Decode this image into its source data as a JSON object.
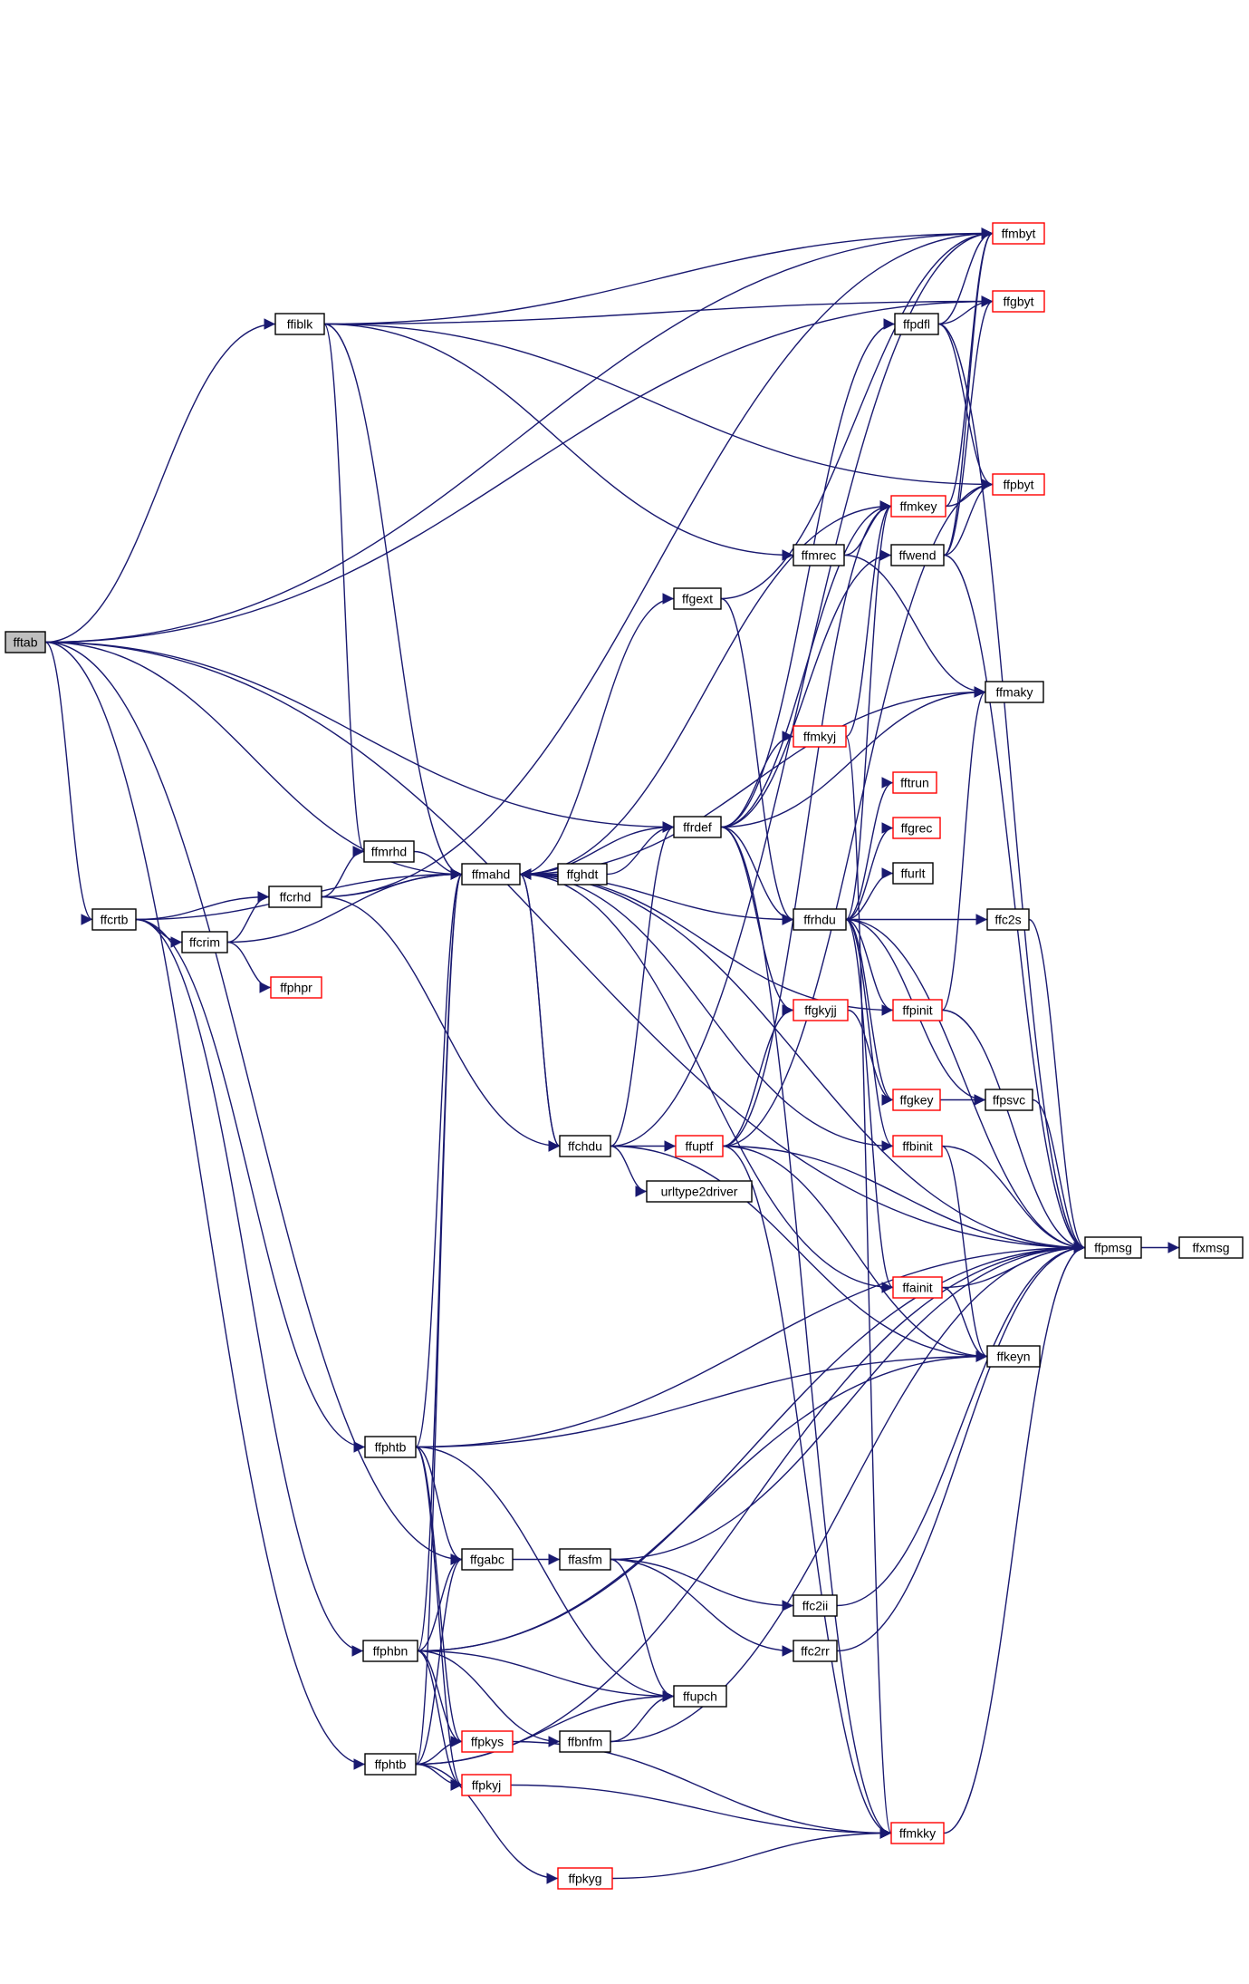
{
  "colors": {
    "edge": "#191970",
    "node_border_documented": "#000000",
    "node_border_undocumented": "#ff0000",
    "node_fill": "#ffffff",
    "node_fill_root": "#bfbfbf"
  },
  "nodes": [
    {
      "id": "fftab",
      "label": "fftab",
      "style": "root"
    },
    {
      "id": "ffiblk",
      "label": "ffiblk",
      "style": "black"
    },
    {
      "id": "ffmbyt",
      "label": "ffmbyt",
      "style": "red"
    },
    {
      "id": "ffgbyt",
      "label": "ffgbyt",
      "style": "red"
    },
    {
      "id": "ffpdfl",
      "label": "ffpdfl",
      "style": "black"
    },
    {
      "id": "ffpbyt",
      "label": "ffpbyt",
      "style": "red"
    },
    {
      "id": "ffmkey",
      "label": "ffmkey",
      "style": "red"
    },
    {
      "id": "ffmrec",
      "label": "ffmrec",
      "style": "black"
    },
    {
      "id": "ffwend",
      "label": "ffwend",
      "style": "black"
    },
    {
      "id": "ffgext",
      "label": "ffgext",
      "style": "black"
    },
    {
      "id": "ffmaky",
      "label": "ffmaky",
      "style": "black"
    },
    {
      "id": "ffmkyj",
      "label": "ffmkyj",
      "style": "red"
    },
    {
      "id": "fftrun",
      "label": "fftrun",
      "style": "red"
    },
    {
      "id": "ffgrec",
      "label": "ffgrec",
      "style": "red"
    },
    {
      "id": "ffrdef",
      "label": "ffrdef",
      "style": "black"
    },
    {
      "id": "ffmrhd",
      "label": "ffmrhd",
      "style": "black"
    },
    {
      "id": "ffurlt",
      "label": "ffurlt",
      "style": "black"
    },
    {
      "id": "ffcrhd",
      "label": "ffcrhd",
      "style": "black"
    },
    {
      "id": "ffmahd",
      "label": "ffmahd",
      "style": "black"
    },
    {
      "id": "ffghdt",
      "label": "ffghdt",
      "style": "black"
    },
    {
      "id": "ffcrtb",
      "label": "ffcrtb",
      "style": "black"
    },
    {
      "id": "ffcrim",
      "label": "ffcrim",
      "style": "black"
    },
    {
      "id": "ffrhdu",
      "label": "ffrhdu",
      "style": "black"
    },
    {
      "id": "ffc2s",
      "label": "ffc2s",
      "style": "black"
    },
    {
      "id": "ffphpr",
      "label": "ffphpr",
      "style": "red"
    },
    {
      "id": "ffpinit",
      "label": "ffpinit",
      "style": "red"
    },
    {
      "id": "ffgkyjj",
      "label": "ffgkyjj",
      "style": "red"
    },
    {
      "id": "ffgkey",
      "label": "ffgkey",
      "style": "red"
    },
    {
      "id": "ffpsvc",
      "label": "ffpsvc",
      "style": "black"
    },
    {
      "id": "ffchdu",
      "label": "ffchdu",
      "style": "black"
    },
    {
      "id": "ffuptf",
      "label": "ffuptf",
      "style": "red"
    },
    {
      "id": "ffbinit",
      "label": "ffbinit",
      "style": "red"
    },
    {
      "id": "urltype2driver",
      "label": "urltype2driver",
      "style": "black"
    },
    {
      "id": "ffpmsg",
      "label": "ffpmsg",
      "style": "black"
    },
    {
      "id": "ffxmsg",
      "label": "ffxmsg",
      "style": "black"
    },
    {
      "id": "ffainit",
      "label": "ffainit",
      "style": "red"
    },
    {
      "id": "ffkeyn",
      "label": "ffkeyn",
      "style": "black"
    },
    {
      "id": "ffphtb",
      "label": "ffphtb",
      "style": "black"
    },
    {
      "id": "ffgabc",
      "label": "ffgabc",
      "style": "black"
    },
    {
      "id": "ffasfm",
      "label": "ffasfm",
      "style": "black"
    },
    {
      "id": "ffc2ii",
      "label": "ffc2ii",
      "style": "black"
    },
    {
      "id": "ffphbn",
      "label": "ffphbn",
      "style": "black"
    },
    {
      "id": "ffc2rr",
      "label": "ffc2rr",
      "style": "black"
    },
    {
      "id": "ffupch",
      "label": "ffupch",
      "style": "black"
    },
    {
      "id": "ffpkys",
      "label": "ffpkys",
      "style": "red"
    },
    {
      "id": "ffbnfm",
      "label": "ffbnfm",
      "style": "black"
    },
    {
      "id": "ffphtb2",
      "label": "ffphtb",
      "style": "black"
    },
    {
      "id": "ffpkyj",
      "label": "ffpkyj",
      "style": "red"
    },
    {
      "id": "ffmkky",
      "label": "ffmkky",
      "style": "red"
    },
    {
      "id": "ffpkyg",
      "label": "ffpkyg",
      "style": "red"
    }
  ],
  "edges": [
    [
      "fftab",
      "ffmbyt"
    ],
    [
      "fftab",
      "ffiblk"
    ],
    [
      "fftab",
      "ffgbyt"
    ],
    [
      "fftab",
      "ffrdef"
    ],
    [
      "fftab",
      "ffmahd"
    ],
    [
      "fftab",
      "ffcrtb"
    ],
    [
      "fftab",
      "ffgabc"
    ],
    [
      "fftab",
      "ffphtb2"
    ],
    [
      "fftab",
      "ffpmsg"
    ],
    [
      "ffiblk",
      "ffmbyt"
    ],
    [
      "ffiblk",
      "ffgbyt"
    ],
    [
      "ffiblk",
      "ffpbyt"
    ],
    [
      "ffiblk",
      "ffmrec"
    ],
    [
      "ffiblk",
      "ffmahd"
    ],
    [
      "ffiblk",
      "ffmrhd"
    ],
    [
      "ffpdfl",
      "ffmbyt"
    ],
    [
      "ffpdfl",
      "ffgbyt"
    ],
    [
      "ffpdfl",
      "ffpbyt"
    ],
    [
      "ffpdfl",
      "ffpmsg"
    ],
    [
      "ffmkey",
      "ffmbyt"
    ],
    [
      "ffmkey",
      "ffpbyt"
    ],
    [
      "ffmkey",
      "ffmahd"
    ],
    [
      "ffmrec",
      "ffmkey"
    ],
    [
      "ffmrec",
      "ffmaky"
    ],
    [
      "ffwend",
      "ffmbyt"
    ],
    [
      "ffwend",
      "ffgbyt"
    ],
    [
      "ffwend",
      "ffpbyt"
    ],
    [
      "ffwend",
      "ffpmsg"
    ],
    [
      "ffgext",
      "ffmbyt"
    ],
    [
      "ffgext",
      "ffrhdu"
    ],
    [
      "ffmaky",
      "ffmahd"
    ],
    [
      "ffmkyj",
      "ffmkey"
    ],
    [
      "ffmkyj",
      "ffmkky"
    ],
    [
      "ffrdef",
      "ffmahd"
    ],
    [
      "ffrdef",
      "ffpdfl"
    ],
    [
      "ffrdef",
      "ffmkey"
    ],
    [
      "ffrdef",
      "ffwend"
    ],
    [
      "ffrdef",
      "ffmaky"
    ],
    [
      "ffrdef",
      "ffmkyj"
    ],
    [
      "ffrdef",
      "ffrhdu"
    ],
    [
      "ffrdef",
      "ffgkyjj"
    ],
    [
      "ffrdef",
      "ffmkky"
    ],
    [
      "ffmrhd",
      "ffmahd"
    ],
    [
      "ffcrhd",
      "ffmbyt"
    ],
    [
      "ffcrhd",
      "ffmrhd"
    ],
    [
      "ffcrhd",
      "ffmahd"
    ],
    [
      "ffcrhd",
      "ffchdu"
    ],
    [
      "ffmahd",
      "ffgext"
    ],
    [
      "ffmahd",
      "ffrhdu"
    ],
    [
      "ffmahd",
      "ffchdu"
    ],
    [
      "ffmahd",
      "ffpmsg"
    ],
    [
      "ffghdt",
      "ffmahd"
    ],
    [
      "ffghdt",
      "ffrdef"
    ],
    [
      "ffcrtb",
      "ffmahd"
    ],
    [
      "ffcrtb",
      "ffcrhd"
    ],
    [
      "ffcrtb",
      "ffcrim"
    ],
    [
      "ffcrtb",
      "ffphtb"
    ],
    [
      "ffcrtb",
      "ffphbn"
    ],
    [
      "ffcrim",
      "ffcrhd"
    ],
    [
      "ffcrim",
      "ffmahd"
    ],
    [
      "ffcrim",
      "ffphpr"
    ],
    [
      "ffrhdu",
      "ffmkey"
    ],
    [
      "ffrhdu",
      "fftrun"
    ],
    [
      "ffrhdu",
      "ffgrec"
    ],
    [
      "ffrhdu",
      "ffurlt"
    ],
    [
      "ffrhdu",
      "ffc2s"
    ],
    [
      "ffrhdu",
      "ffpinit"
    ],
    [
      "ffrhdu",
      "ffgkey"
    ],
    [
      "ffrhdu",
      "ffpsvc"
    ],
    [
      "ffrhdu",
      "ffbinit"
    ],
    [
      "ffrhdu",
      "ffainit"
    ],
    [
      "ffrhdu",
      "ffpmsg"
    ],
    [
      "ffc2s",
      "ffpmsg"
    ],
    [
      "ffpinit",
      "ffmahd"
    ],
    [
      "ffpinit",
      "ffmaky"
    ],
    [
      "ffpinit",
      "ffpmsg"
    ],
    [
      "ffgkyjj",
      "ffgkey"
    ],
    [
      "ffgkey",
      "ffpsvc"
    ],
    [
      "ffpsvc",
      "ffpmsg"
    ],
    [
      "ffchdu",
      "ffmahd"
    ],
    [
      "ffchdu",
      "ffmbyt"
    ],
    [
      "ffchdu",
      "ffrdef"
    ],
    [
      "ffchdu",
      "ffuptf"
    ],
    [
      "ffchdu",
      "urltype2driver"
    ],
    [
      "ffchdu",
      "ffkeyn"
    ],
    [
      "ffuptf",
      "ffgkyjj"
    ],
    [
      "ffuptf",
      "ffpbyt"
    ],
    [
      "ffuptf",
      "ffmkey"
    ],
    [
      "ffuptf",
      "ffpmsg"
    ],
    [
      "ffuptf",
      "ffkeyn"
    ],
    [
      "ffuptf",
      "ffmkky"
    ],
    [
      "ffbinit",
      "ffmahd"
    ],
    [
      "ffbinit",
      "ffpmsg"
    ],
    [
      "ffbinit",
      "ffkeyn"
    ],
    [
      "ffpmsg",
      "ffxmsg"
    ],
    [
      "ffainit",
      "ffmahd"
    ],
    [
      "ffainit",
      "ffpmsg"
    ],
    [
      "ffainit",
      "ffkeyn"
    ],
    [
      "ffphtb",
      "ffmahd"
    ],
    [
      "ffphtb",
      "ffkeyn"
    ],
    [
      "ffphtb",
      "ffgabc"
    ],
    [
      "ffphtb",
      "ffupch"
    ],
    [
      "ffphtb",
      "ffpkys"
    ],
    [
      "ffphtb",
      "ffpkyj"
    ],
    [
      "ffphtb",
      "ffpmsg"
    ],
    [
      "ffgabc",
      "ffasfm"
    ],
    [
      "ffasfm",
      "ffc2ii"
    ],
    [
      "ffasfm",
      "ffc2rr"
    ],
    [
      "ffasfm",
      "ffupch"
    ],
    [
      "ffasfm",
      "ffpmsg"
    ],
    [
      "ffc2ii",
      "ffpmsg"
    ],
    [
      "ffc2rr",
      "ffpmsg"
    ],
    [
      "ffphbn",
      "ffmahd"
    ],
    [
      "ffphbn",
      "ffgabc"
    ],
    [
      "ffphbn",
      "ffupch"
    ],
    [
      "ffphbn",
      "ffbnfm"
    ],
    [
      "ffphbn",
      "ffpkys"
    ],
    [
      "ffphbn",
      "ffpkyj"
    ],
    [
      "ffphbn",
      "ffkeyn"
    ],
    [
      "ffphbn",
      "ffpmsg"
    ],
    [
      "ffbnfm",
      "ffupch"
    ],
    [
      "ffbnfm",
      "ffpmsg"
    ],
    [
      "ffphtb2",
      "ffmahd"
    ],
    [
      "ffphtb2",
      "ffgabc"
    ],
    [
      "ffphtb2",
      "ffpkys"
    ],
    [
      "ffphtb2",
      "ffpkyj"
    ],
    [
      "ffphtb2",
      "ffpkyg"
    ],
    [
      "ffphtb2",
      "ffupch"
    ],
    [
      "ffphtb2",
      "ffpmsg"
    ],
    [
      "ffpkys",
      "ffmkky"
    ],
    [
      "ffpkyj",
      "ffmkky"
    ],
    [
      "ffpkyg",
      "ffmkky"
    ],
    [
      "ffmkky",
      "ffpmsg"
    ]
  ]
}
